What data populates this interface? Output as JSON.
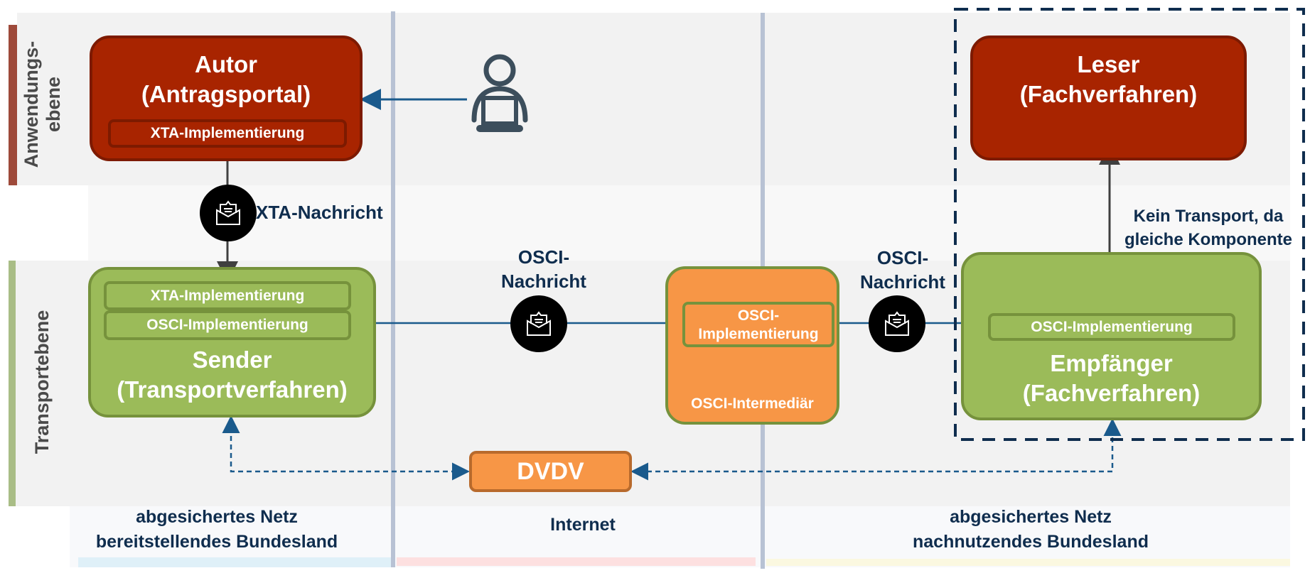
{
  "layers": {
    "application": {
      "label_lines": [
        "Anwendungs-",
        "ebene"
      ],
      "accent": "#9e4a3a"
    },
    "transport": {
      "label": "Transportebene",
      "accent": "#a9bd86"
    }
  },
  "zones": [
    {
      "label_lines": [
        "abgesichertes Netz",
        "bereitstellendes Bundesland"
      ],
      "strip_color": "#dff0f8"
    },
    {
      "label_lines": [
        "Internet"
      ],
      "strip_color": "#fde0e0"
    },
    {
      "label_lines": [
        "abgesichertes Netz",
        "nachnutzendes Bundesland"
      ],
      "strip_color": "#fbf8e0"
    }
  ],
  "nodes": {
    "autor": {
      "title_lines": [
        "Autor",
        "(Antragsportal)"
      ],
      "inner": "XTA-Implementierung",
      "color": "#a82400"
    },
    "leser": {
      "title_lines": [
        "Leser",
        "(Fachverfahren)"
      ],
      "color": "#a82400"
    },
    "sender": {
      "inner": [
        "XTA-Implementierung",
        "OSCI-Implementierung"
      ],
      "title_lines": [
        "Sender",
        "(Transportverfahren)"
      ],
      "color": "#9bbb59"
    },
    "intermediaer": {
      "inner_lines": [
        "OSCI-",
        "Implementierung"
      ],
      "title": "OSCI-Intermediär",
      "color": "#f79646"
    },
    "empfaenger": {
      "inner": "OSCI-Implementierung",
      "title_lines": [
        "Empfänger",
        "(Fachverfahren)"
      ],
      "color": "#9bbb59"
    },
    "dvdv": {
      "title": "DVDV",
      "color": "#f79646"
    }
  },
  "messages": {
    "xta": {
      "label": "XTA-Nachricht",
      "icon": "envelope-open-icon"
    },
    "osci_1": {
      "label_lines": [
        "OSCI-",
        "Nachricht"
      ],
      "icon": "envelope-open-icon"
    },
    "osci_2": {
      "label_lines": [
        "OSCI-",
        "Nachricht"
      ],
      "icon": "envelope-open-icon"
    }
  },
  "annotations": {
    "no_transport": {
      "label_lines": [
        "Kein Transport, da",
        "gleiche Komponente"
      ]
    }
  },
  "icons": {
    "user": "user-laptop-icon"
  },
  "colors": {
    "text_navy": "#0f2d4e",
    "arrow_blue": "#1a5a8c",
    "arrow_grey": "#404040",
    "divider": "#b8c2d4"
  }
}
